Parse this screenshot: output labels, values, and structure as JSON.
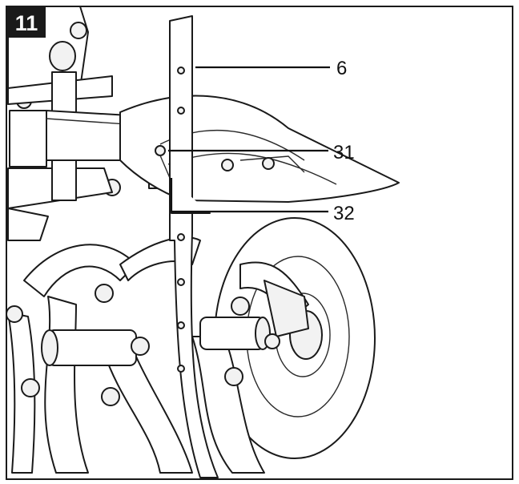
{
  "figure": {
    "number": "11",
    "callouts": [
      {
        "label": "6"
      },
      {
        "label": "31"
      },
      {
        "label": "32"
      }
    ],
    "colors": {
      "ink": "#1a1a1a",
      "badge": "#1a1a1a",
      "background": "#ffffff"
    }
  }
}
